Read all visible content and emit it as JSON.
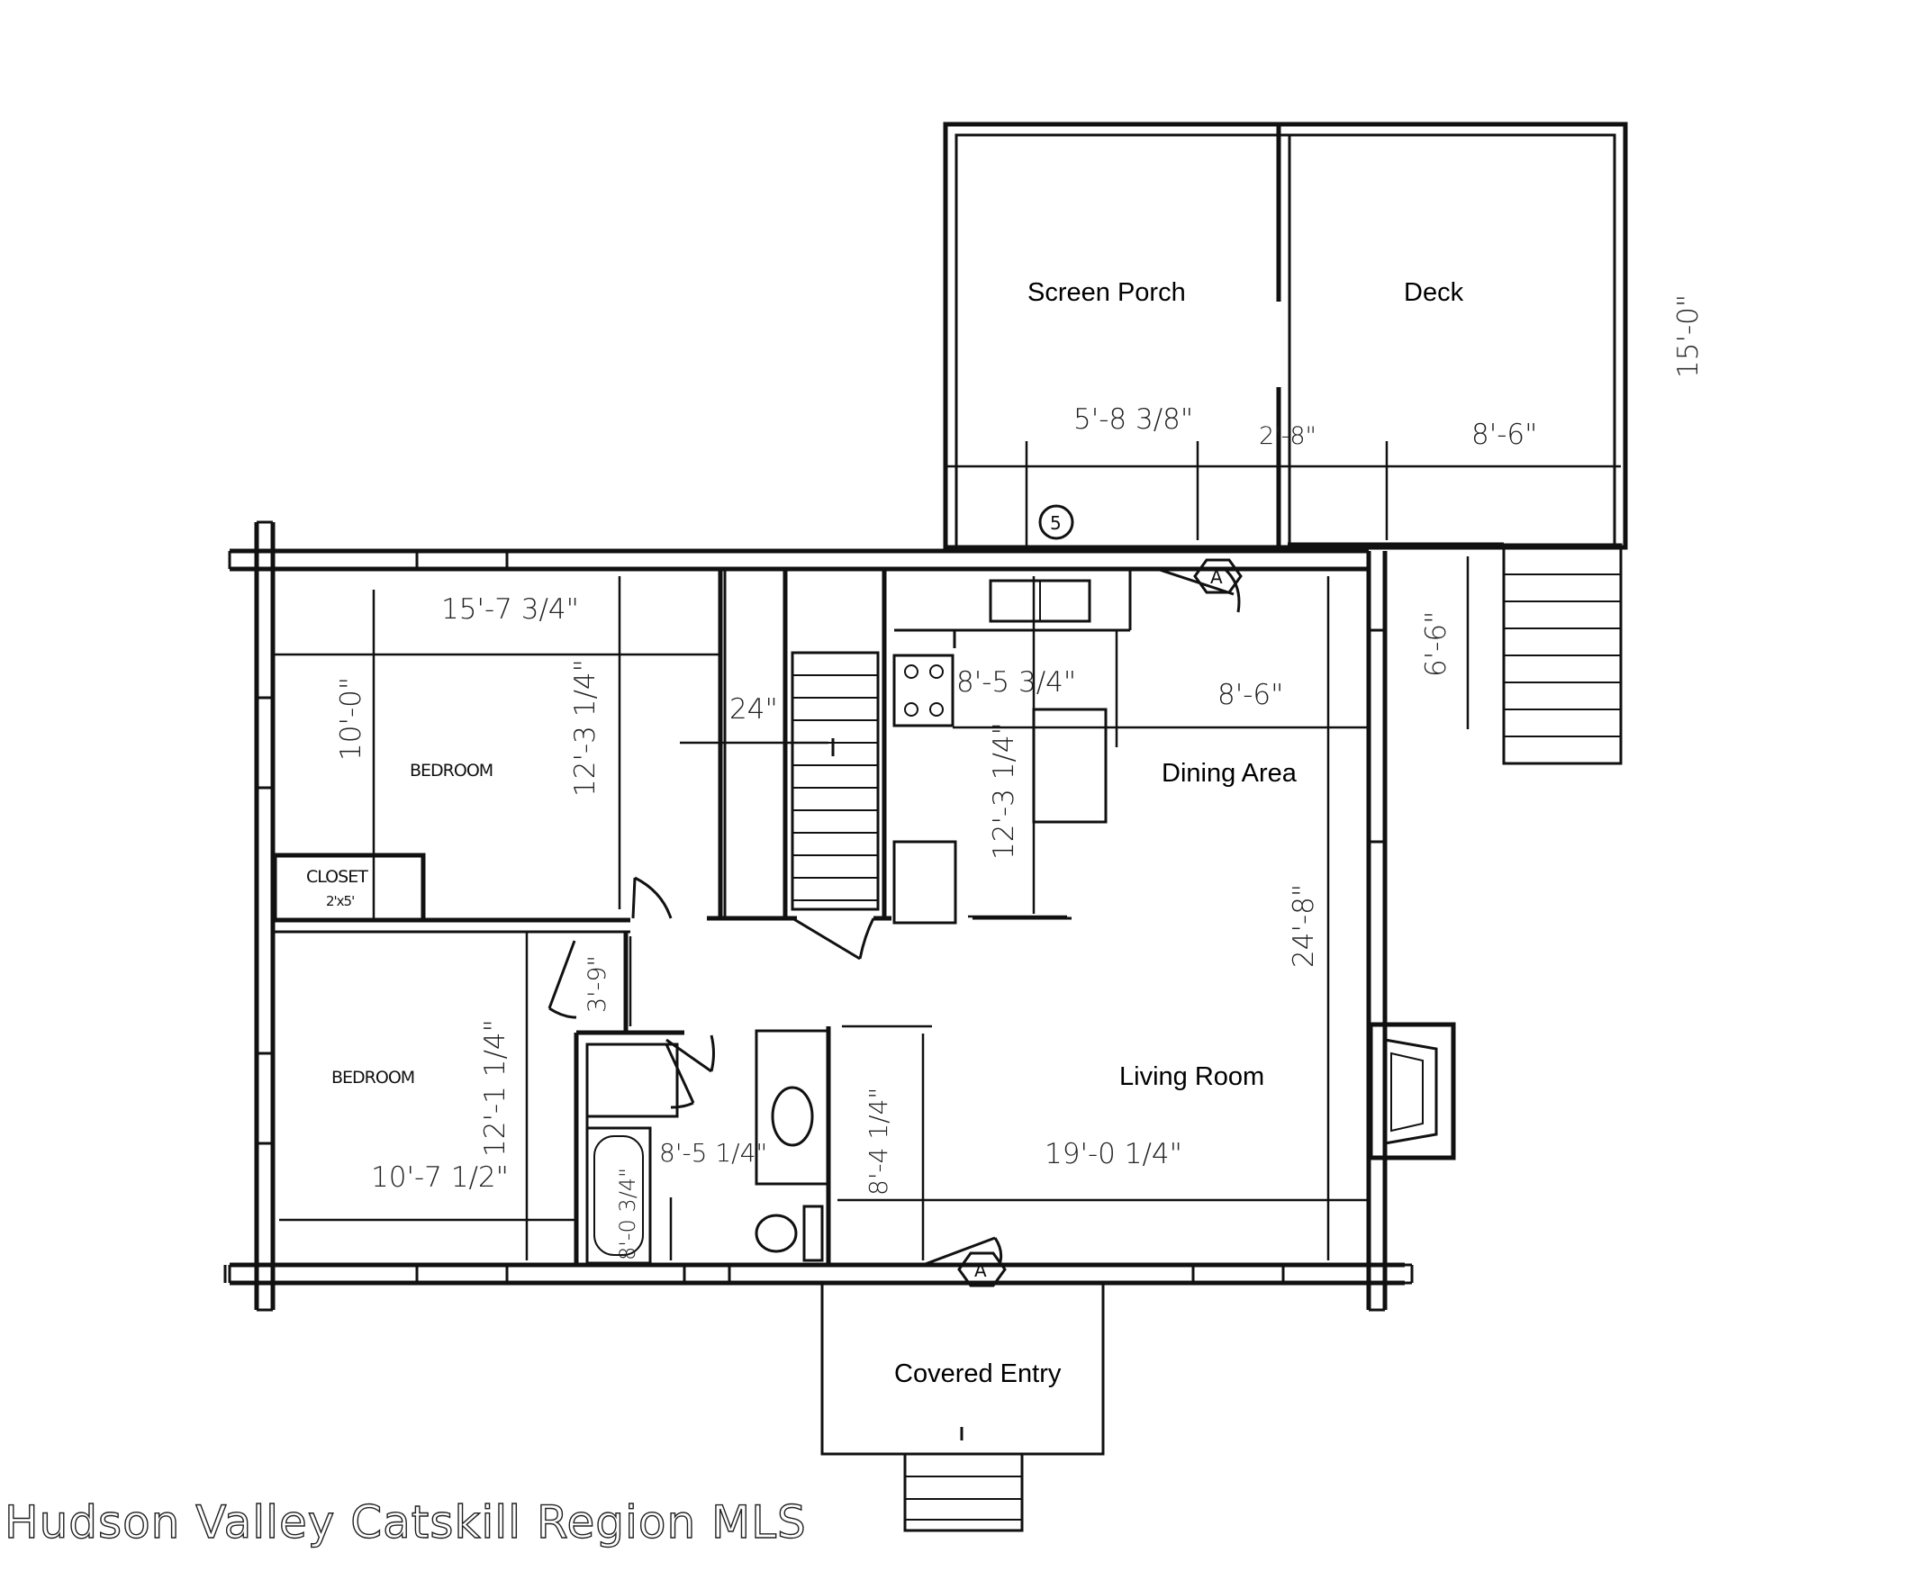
{
  "rooms": {
    "screen_porch": "Screen Porch",
    "deck": "Deck",
    "dining_area": "Dining Area",
    "living_room": "Living Room",
    "covered_entry": "Covered Entry",
    "bedroom_1": "BEDROOM",
    "bedroom_2": "BEDROOM",
    "closet": "CLOSET",
    "closet_size": "2'x5'"
  },
  "dimensions": {
    "porch_width": "5'-8 3/8\"",
    "porch_door": "2'-8\"",
    "deck_width": "8'-6\"",
    "deck_depth": "15'-0\"",
    "stair_run": "6'-6\"",
    "bedroom1_width": "15'-7 3/4\"",
    "bedroom1_depth": "10'-0\"",
    "stair_length": "12'-3 1/4\"",
    "hall_width": "24\"",
    "kitchen_width": "8'-5 3/4\"",
    "kitchen_depth": "12'-3 1/4\"",
    "dining_width": "8'-6\"",
    "living_depth": "24'-8\"",
    "bedroom2_depth": "12'-1 1/4\"",
    "hall_depth": "3'-9\"",
    "bedroom2_width": "10'-7 1/2\"",
    "bath_tub": "8'-0 3/4\"",
    "bath_width": "8'-5 1/4\"",
    "bath_depth": "8'-4 1/4\"",
    "living_width": "19'-0 1/4\""
  },
  "tags": {
    "window_tag": "5",
    "door_tag_a": "A"
  },
  "watermark": "Hudson Valley Catskill Region MLS"
}
